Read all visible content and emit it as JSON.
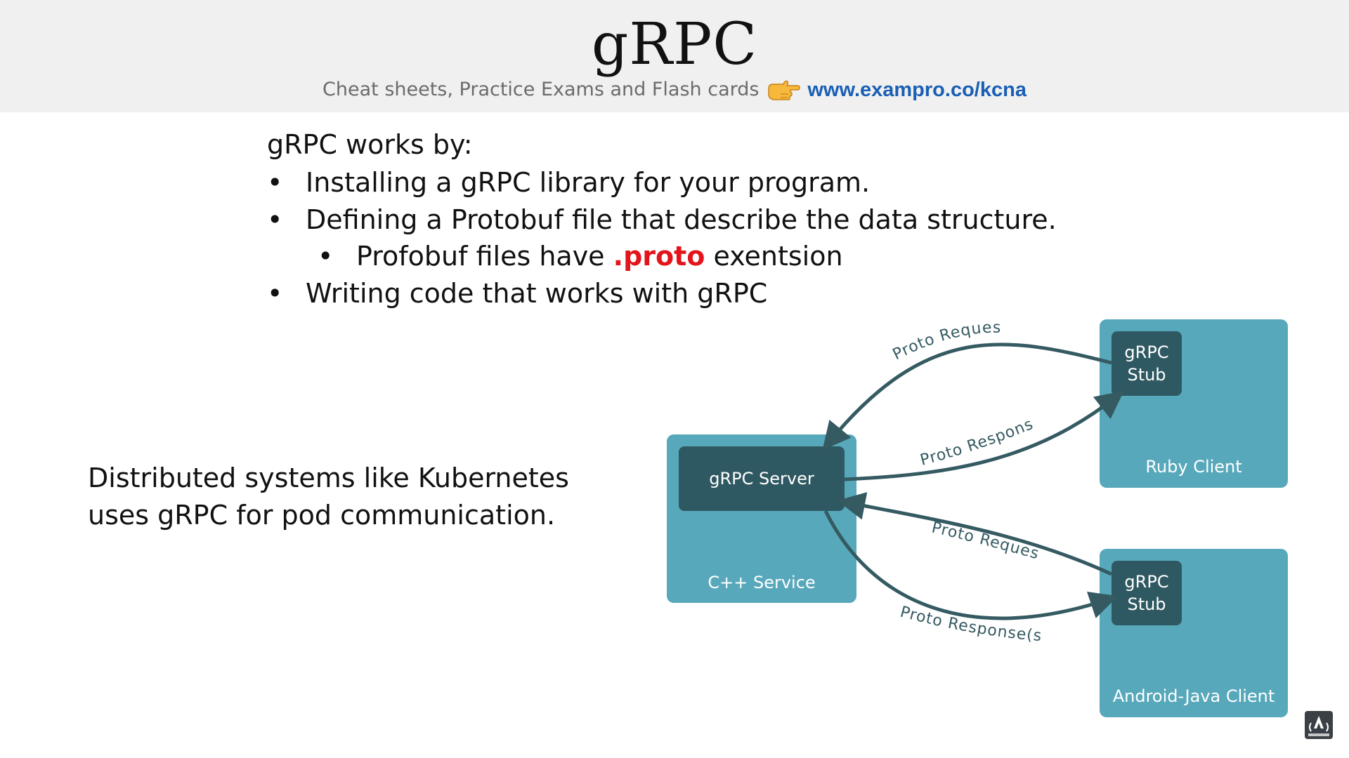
{
  "header": {
    "title": "gRPC",
    "subtitle": "Cheat sheets, Practice Exams and Flash cards",
    "link": "www.exampro.co/kcna",
    "hand_icon": "pointing-hand-icon"
  },
  "content": {
    "intro": "gRPC works by:",
    "bullet_symbol": "•",
    "bullets": [
      {
        "text": "Installing a gRPC library for your program."
      },
      {
        "text": "Defining a Protobuf file that describe the data structure."
      },
      {
        "before": "Profobuf files have ",
        "highlight": ".proto",
        "after": " exentsion"
      },
      {
        "text": "Writing code that works with gRPC"
      }
    ],
    "side_text": "Distributed systems like Kubernetes uses gRPC for pod communication."
  },
  "diagram": {
    "server_box": {
      "label": "C++ Service",
      "inner": "gRPC Server"
    },
    "ruby_box": {
      "label": "Ruby Client",
      "stub_line1": "gRPC",
      "stub_line2": "Stub"
    },
    "android_box": {
      "label": "Android-Java Client",
      "stub_line1": "gRPC",
      "stub_line2": "Stub"
    },
    "arrows": {
      "ruby_request": "Proto Request",
      "ruby_response": "Proto Response",
      "android_request": "Proto Request",
      "android_response": "Proto Response(s)"
    }
  },
  "colors": {
    "box_light": "#57a8bb",
    "box_dark": "#2f5962",
    "arrow": "#355a62",
    "highlight_red": "#e3141b",
    "link_blue": "#1a5fb4"
  },
  "badge": {
    "icon": "subscribe-badge-icon"
  }
}
